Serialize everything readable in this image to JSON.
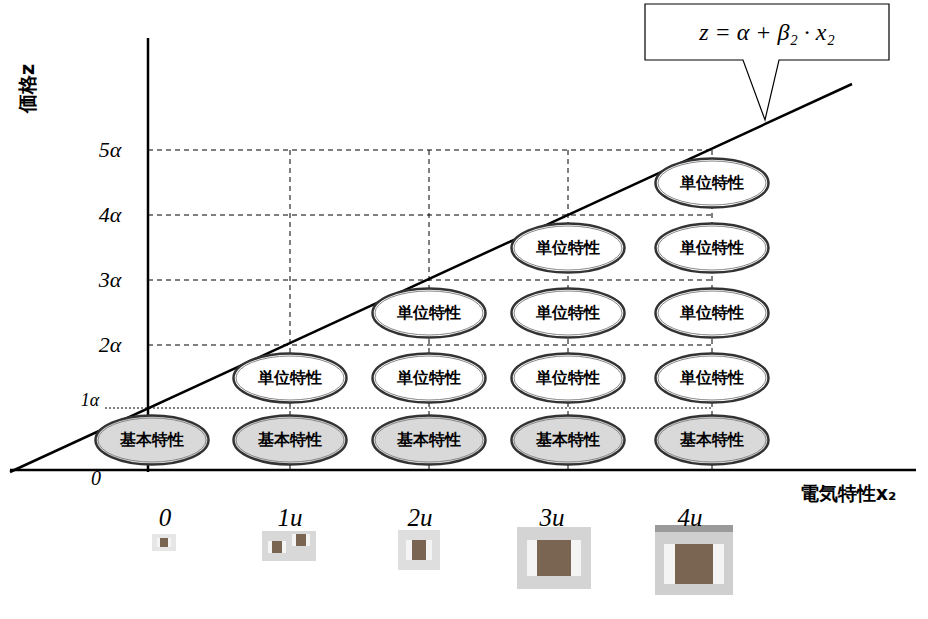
{
  "diagram": {
    "nodes": [
      {
        "text": [
          "z = α + β₂ · x₂"
        ]
      },
      {
        "text": [
          "単位特性"
        ]
      },
      {
        "text": [
          "単位特性"
        ]
      },
      {
        "text": [
          "単位特性"
        ]
      },
      {
        "text": [
          "単位特性"
        ]
      },
      {
        "text": [
          "単位特性"
        ]
      },
      {
        "text": [
          "単位特性"
        ]
      },
      {
        "text": [
          "単位特性"
        ]
      },
      {
        "text": [
          "単位特性"
        ]
      },
      {
        "text": [
          "単位特性"
        ]
      },
      {
        "text": [
          "単位特性"
        ]
      },
      {
        "text": [
          "基本特性"
        ]
      },
      {
        "text": [
          "基本特性"
        ]
      },
      {
        "text": [
          "基本特性"
        ]
      },
      {
        "text": [
          "基本特性"
        ]
      },
      {
        "text": [
          "基本特性"
        ]
      }
    ],
    "labels": [
      "価格z",
      "5α",
      "4α",
      "3α",
      "2α",
      "1α",
      "0",
      "0",
      "1u",
      "2u",
      "3u",
      "4u",
      "電気特性x₂"
    ]
  }
}
